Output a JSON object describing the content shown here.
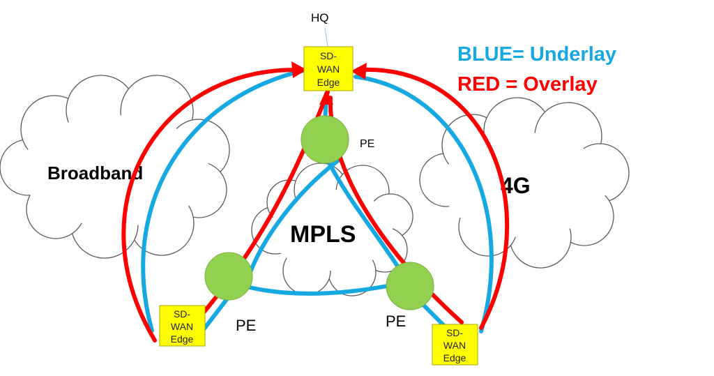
{
  "title": "HQ",
  "legend": {
    "underlay": "BLUE= Underlay",
    "overlay": "RED = Overlay",
    "underlay_color": "#16a9e1",
    "overlay_color": "#ff0000"
  },
  "clouds": {
    "broadband": "Broadband",
    "mpls": "MPLS",
    "fourg": "4G"
  },
  "edges": {
    "hq": [
      "SD-",
      "WAN",
      "Edge"
    ],
    "left": [
      "SD-",
      "WAN",
      "Edge"
    ],
    "right": [
      "SD-",
      "WAN",
      "Edge"
    ]
  },
  "pe_labels": {
    "top": "PE",
    "left": "PE",
    "right": "PE"
  },
  "colors": {
    "pe_fill": "#92d050",
    "edge_fill": "#ffff00"
  }
}
